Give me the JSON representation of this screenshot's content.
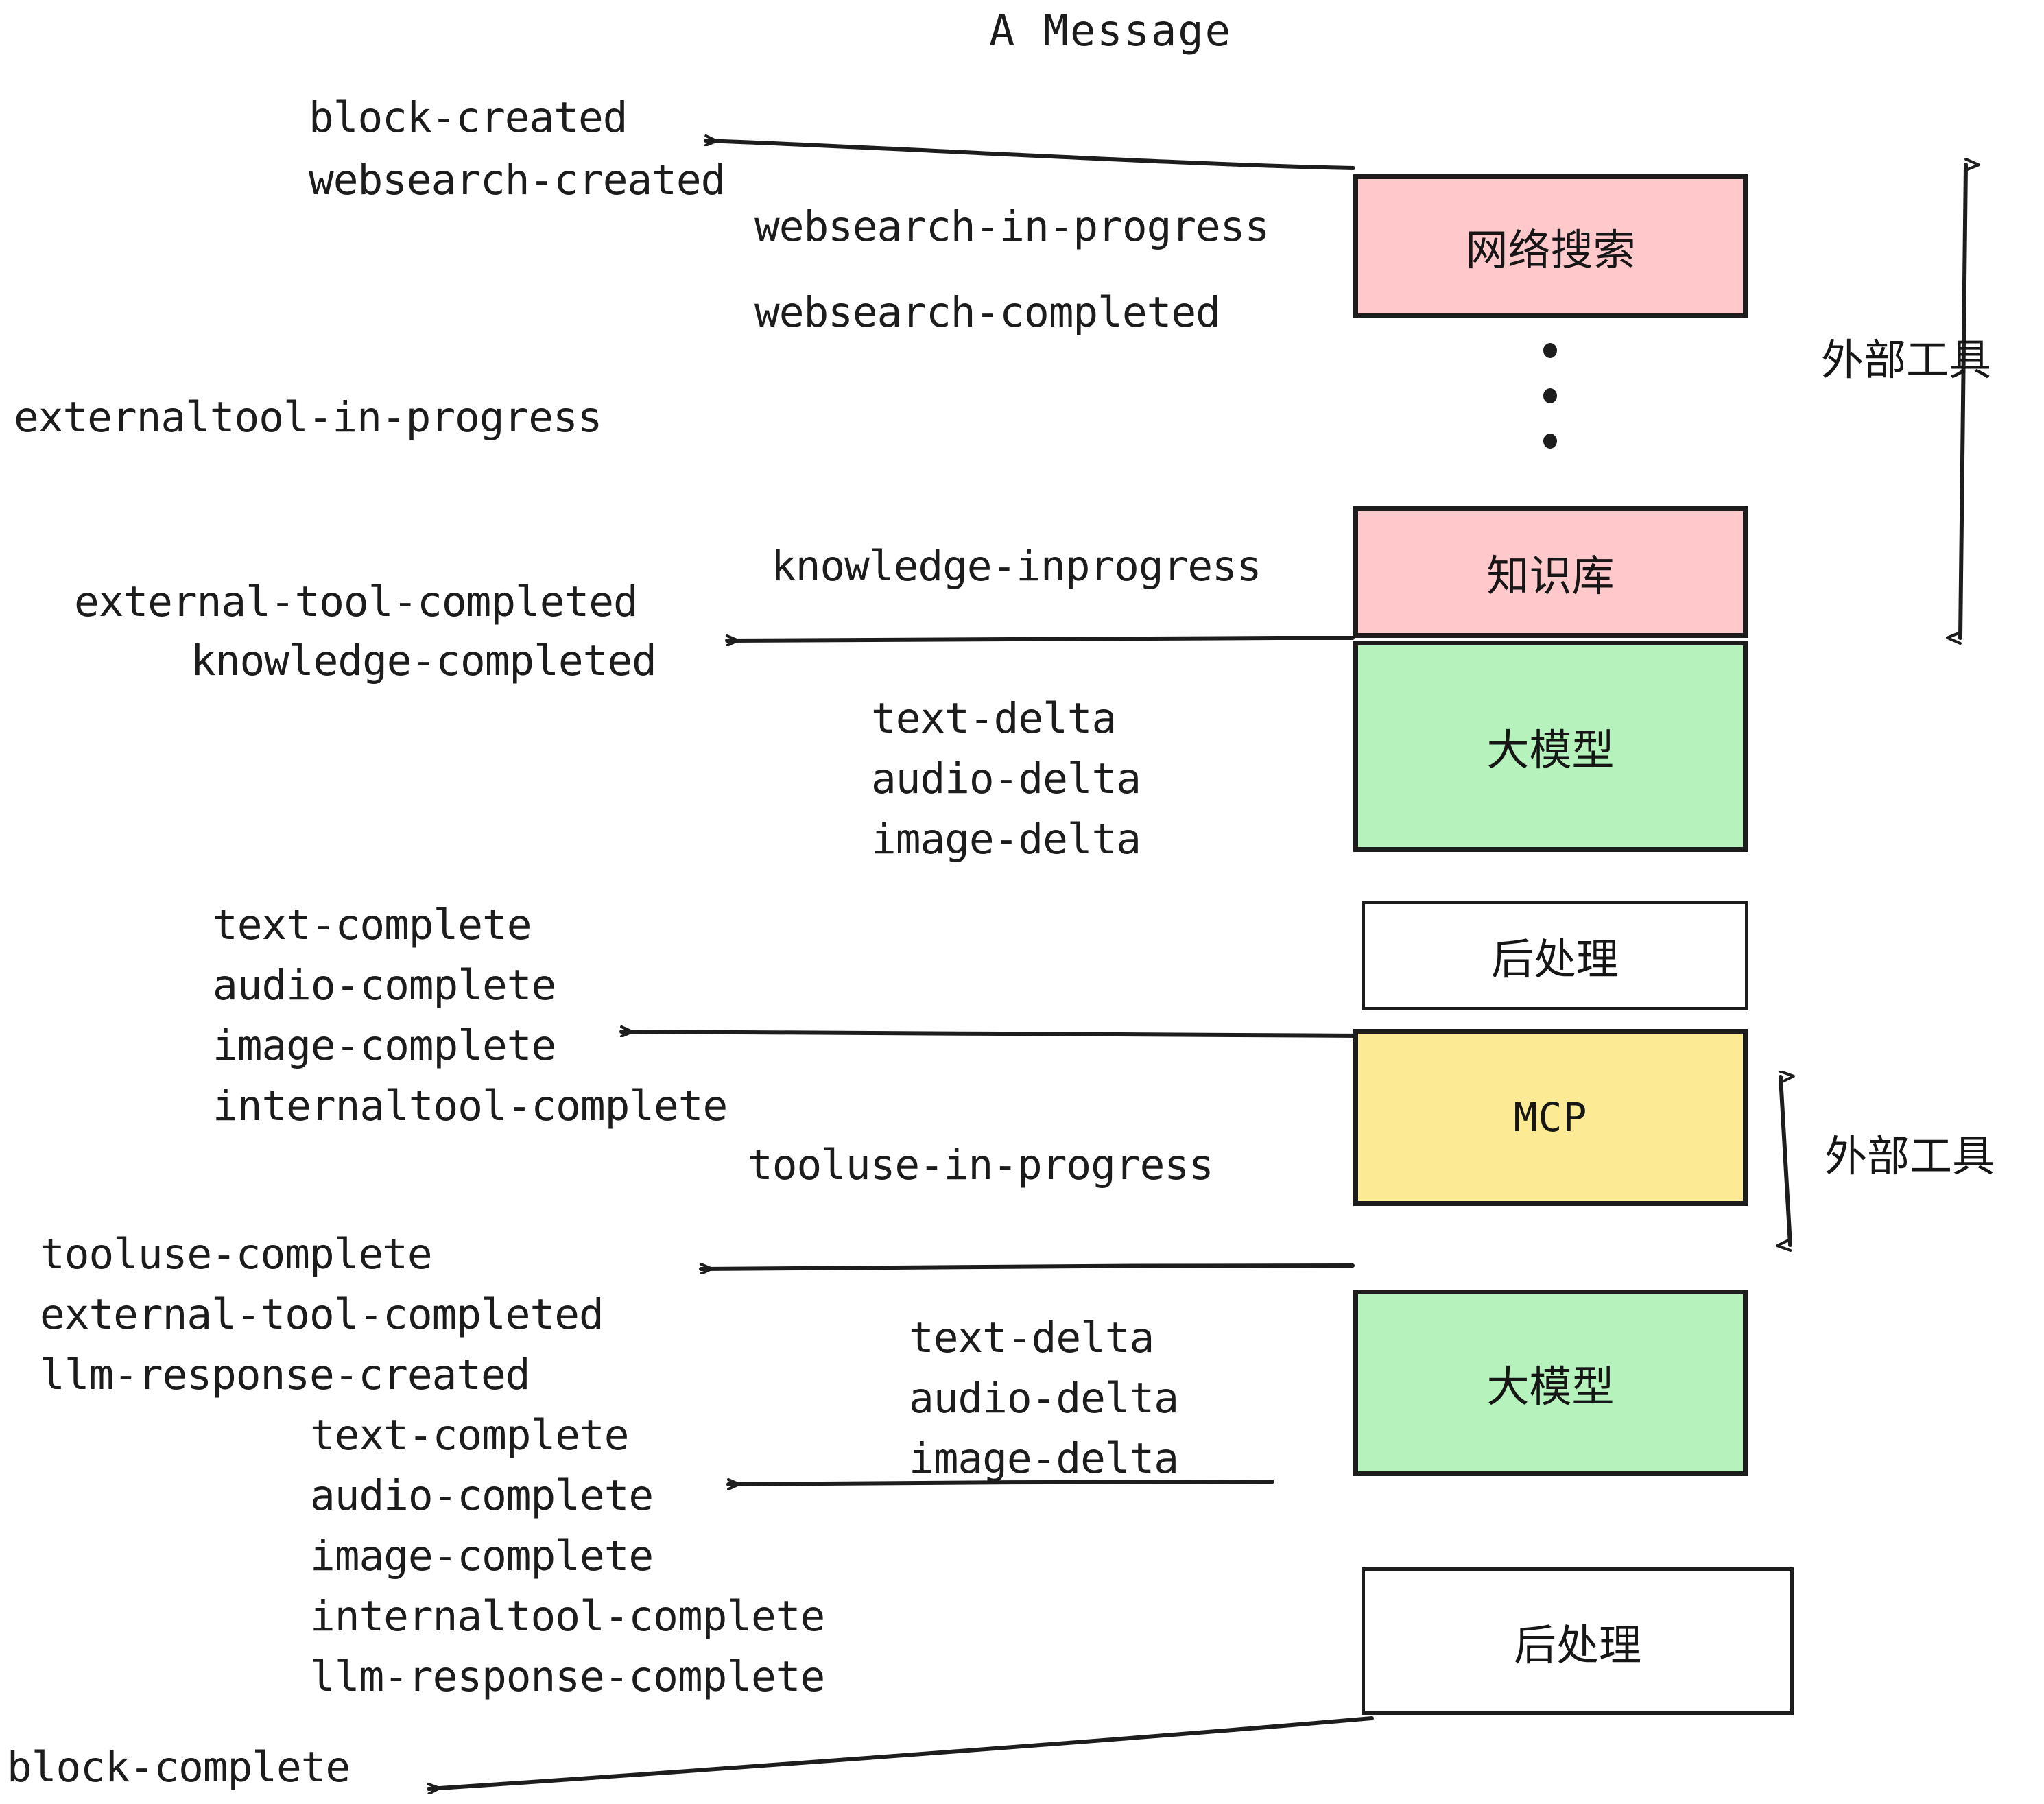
{
  "title": "A Message",
  "colors": {
    "pink": "#FFC9CB",
    "green": "#B5F2BC",
    "yellow": "#FDEA95",
    "white": "#FFFFFF",
    "stroke": "#1D1D1D",
    "text": "#1C1C1C",
    "background": "#FFFFFF"
  },
  "boxes": [
    {
      "id": "websearch",
      "label": "网络搜索",
      "fill": "pink"
    },
    {
      "id": "knowledge",
      "label": "知识库",
      "fill": "pink"
    },
    {
      "id": "llm-upper",
      "label": "大模型",
      "fill": "green"
    },
    {
      "id": "postprocess-upper",
      "label": "后处理",
      "fill": "white"
    },
    {
      "id": "mcp",
      "label": "MCP",
      "fill": "yellow"
    },
    {
      "id": "llm-lower",
      "label": "大模型",
      "fill": "green"
    },
    {
      "id": "postprocess-lower",
      "label": "后处理",
      "fill": "white"
    }
  ],
  "side_labels": [
    {
      "id": "external-tools-upper",
      "label": "外部工具"
    },
    {
      "id": "external-tools-lower",
      "label": "外部工具"
    }
  ],
  "events": [
    {
      "id": "block-created",
      "text": "block-created"
    },
    {
      "id": "websearch-created",
      "text": "websearch-created"
    },
    {
      "id": "websearch-in-progress",
      "text": "websearch-in-progress"
    },
    {
      "id": "websearch-completed",
      "text": "websearch-completed"
    },
    {
      "id": "externaltool-in-progress",
      "text": "externaltool-in-progress"
    },
    {
      "id": "knowledge-inprogress",
      "text": "knowledge-inprogress"
    },
    {
      "id": "external-tool-completed-1",
      "text": "external-tool-completed"
    },
    {
      "id": "knowledge-completed",
      "text": "knowledge-completed"
    },
    {
      "id": "text-delta-1",
      "text": "text-delta"
    },
    {
      "id": "audio-delta-1",
      "text": "audio-delta"
    },
    {
      "id": "image-delta-1",
      "text": "image-delta"
    },
    {
      "id": "text-complete-1",
      "text": "text-complete"
    },
    {
      "id": "audio-complete-1",
      "text": "audio-complete"
    },
    {
      "id": "image-complete-1",
      "text": "image-complete"
    },
    {
      "id": "internaltool-complete-1",
      "text": "internaltool-complete"
    },
    {
      "id": "tooluse-in-progress",
      "text": "tooluse-in-progress"
    },
    {
      "id": "tooluse-complete",
      "text": "tooluse-complete"
    },
    {
      "id": "external-tool-completed-2",
      "text": "external-tool-completed"
    },
    {
      "id": "llm-response-created",
      "text": "llm-response-created"
    },
    {
      "id": "text-delta-2",
      "text": "text-delta"
    },
    {
      "id": "audio-delta-2",
      "text": "audio-delta"
    },
    {
      "id": "image-delta-2",
      "text": "image-delta"
    },
    {
      "id": "text-complete-2",
      "text": "text-complete"
    },
    {
      "id": "audio-complete-2",
      "text": "audio-complete"
    },
    {
      "id": "image-complete-2",
      "text": "image-complete"
    },
    {
      "id": "internaltool-complete-2",
      "text": "internaltool-complete"
    },
    {
      "id": "llm-response-complete",
      "text": "llm-response-complete"
    },
    {
      "id": "block-complete",
      "text": "block-complete"
    }
  ],
  "ellipsis": {
    "id": "vertical-ellipsis",
    "dots": 3
  }
}
